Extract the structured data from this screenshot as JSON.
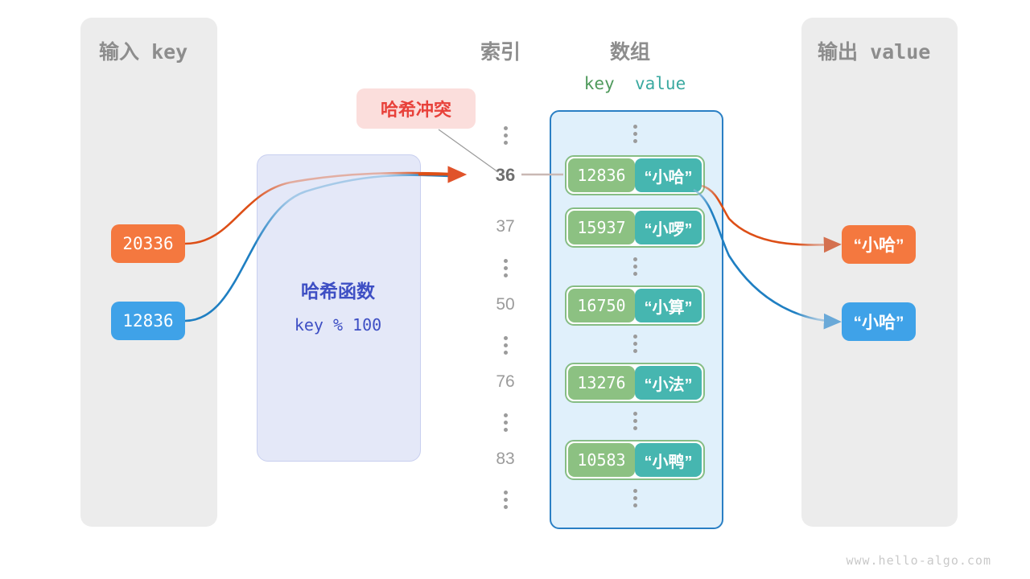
{
  "watermark": "www.hello-algo.com",
  "input_panel": {
    "title_cn": "输入",
    "title_mono": "key"
  },
  "output_panel": {
    "title_cn": "输出",
    "title_mono": "value"
  },
  "headings": {
    "index": "索引",
    "array": "数组",
    "key": "key",
    "value": "value"
  },
  "hash_function": {
    "title": "哈希函数",
    "expression": "key % 100"
  },
  "collision": {
    "label": "哈希冲突"
  },
  "inputs": [
    {
      "key": "20336",
      "color": "#f4783f"
    },
    {
      "key": "12836",
      "color": "#3fa2e8"
    }
  ],
  "outputs": [
    {
      "value": "“小哈”",
      "color": "#f4783f"
    },
    {
      "value": "“小哈”",
      "color": "#3fa2e8"
    }
  ],
  "indices": [
    {
      "label": "36",
      "active": true
    },
    {
      "label": "37",
      "active": false
    },
    {
      "label": "50",
      "active": false
    },
    {
      "label": "76",
      "active": false
    },
    {
      "label": "83",
      "active": false
    }
  ],
  "buckets": [
    {
      "key": "12836",
      "value": "“小哈”"
    },
    {
      "key": "15937",
      "value": "“小啰”"
    },
    {
      "key": "16750",
      "value": "“小算”"
    },
    {
      "key": "13276",
      "value": "“小法”"
    },
    {
      "key": "10583",
      "value": "“小鸭”"
    }
  ],
  "colors": {
    "panel_bg": "#ececec",
    "array_bg": "#e0f0fb",
    "array_border": "#2a7fc4",
    "hash_bg": "#e4e8f8",
    "hash_text": "#3e4fc4",
    "cell_key": "#8cc182",
    "cell_value": "#46b6b0",
    "cell_border": "#86bd84",
    "badge_bg": "#fbdedc",
    "badge_text": "#e8413a",
    "orange": "#f4783f",
    "blue": "#3fa2e8",
    "index_text": "#9b9b9b",
    "heading_text": "#8d8d8d"
  }
}
